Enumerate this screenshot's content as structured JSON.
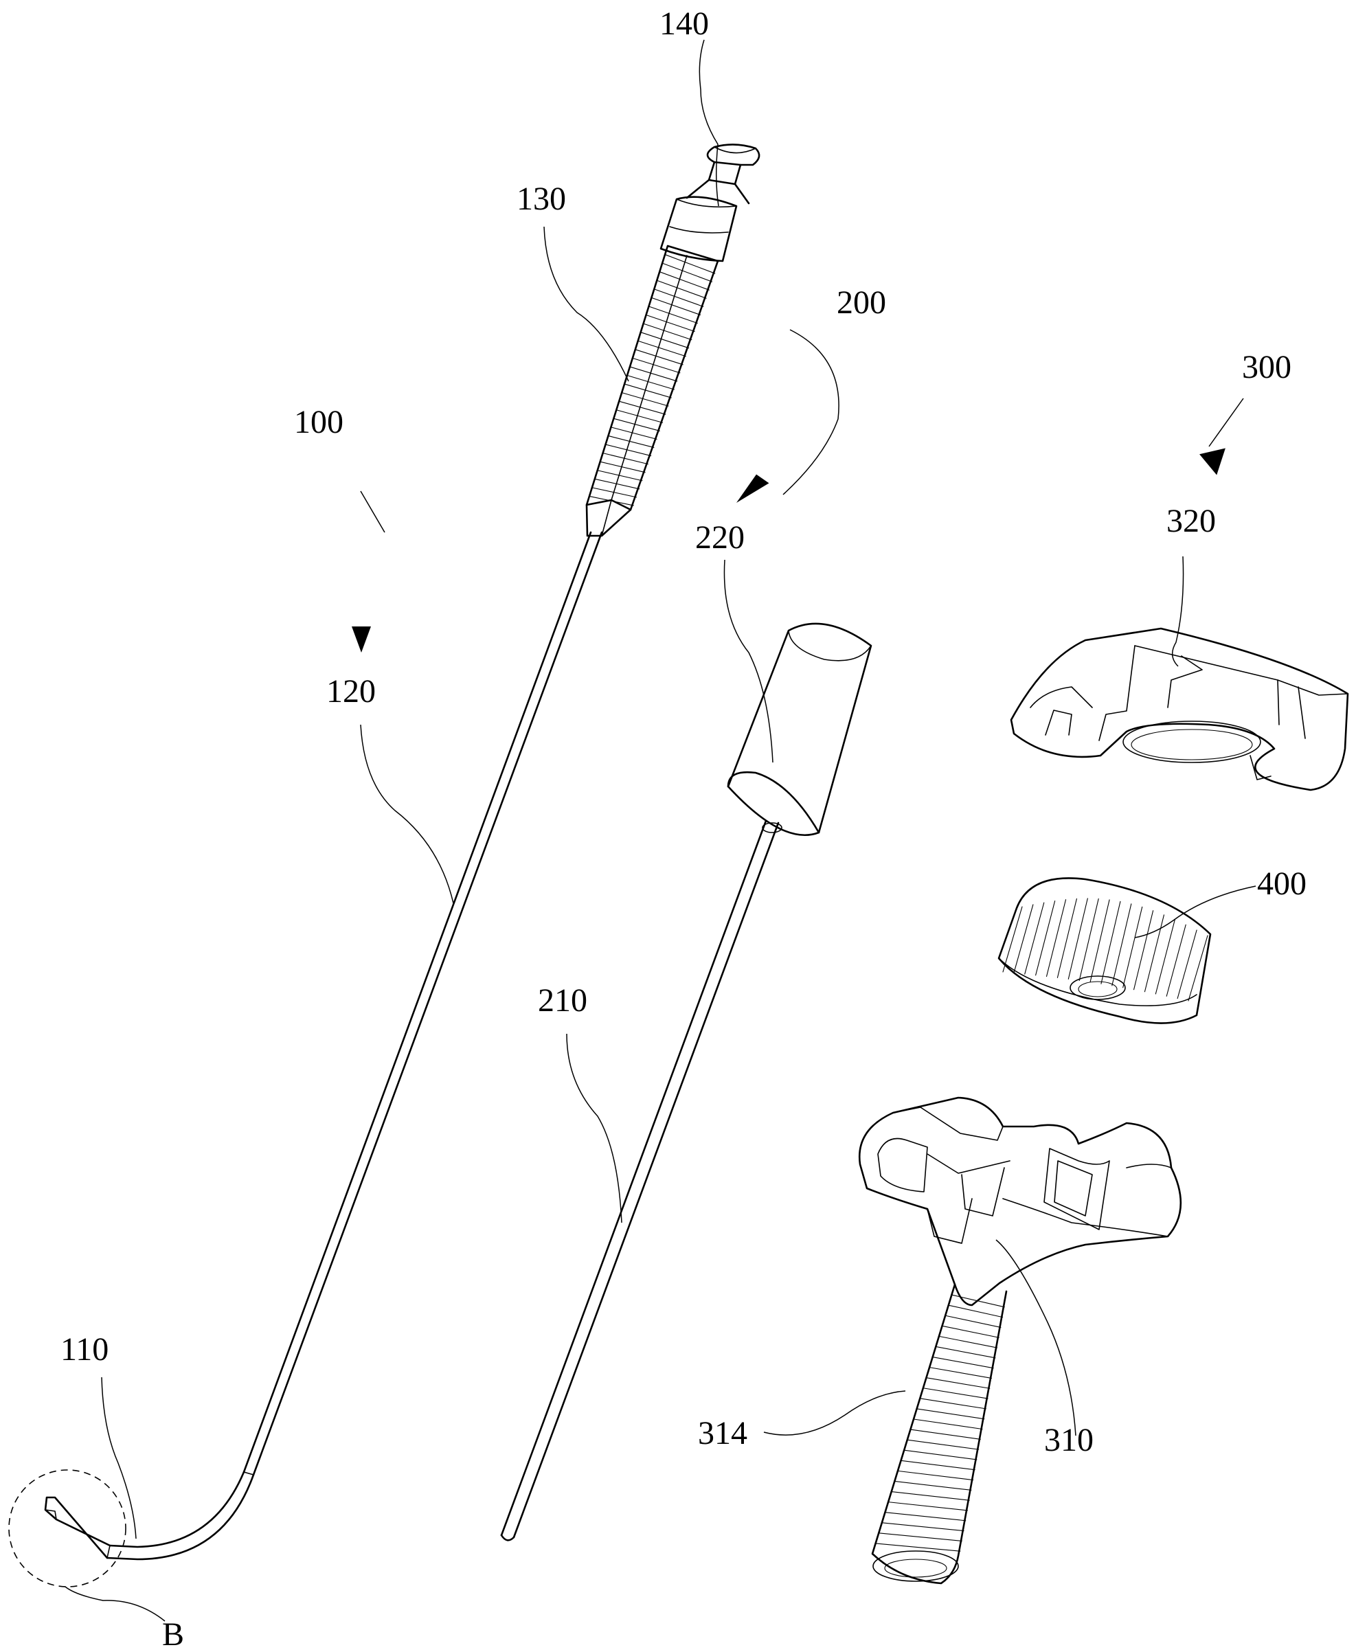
{
  "labels": {
    "ref_100": "100",
    "ref_110": "110",
    "ref_120": "120",
    "ref_130": "130",
    "ref_140": "140",
    "ref_200": "200",
    "ref_210": "210",
    "ref_220": "220",
    "ref_300": "300",
    "ref_310": "310",
    "ref_314": "314",
    "ref_320": "320",
    "ref_400": "400",
    "detail_b": "B"
  }
}
